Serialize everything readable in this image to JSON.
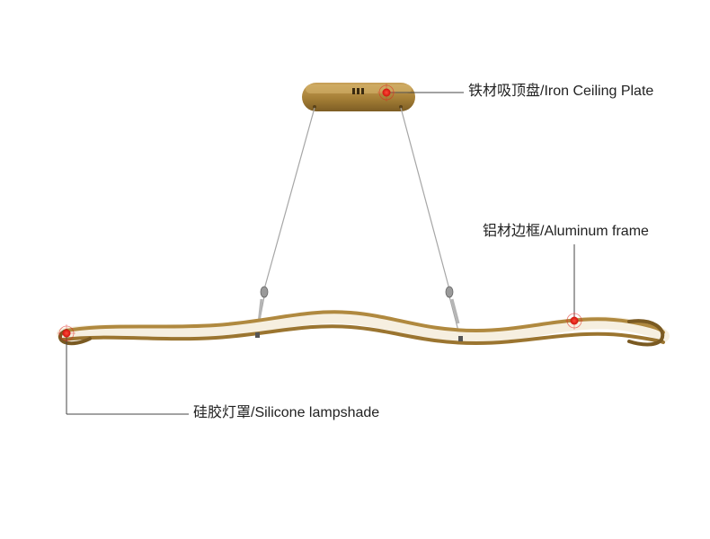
{
  "callouts": {
    "ceiling_plate": "铁材吸顶盘/Iron Ceiling Plate",
    "aluminum_frame": "铝材边框/Aluminum frame",
    "silicone_shade": "硅胶灯罩/Silicone lampshade"
  },
  "colors": {
    "frame_gold": "#b0893f",
    "frame_dark": "#7a5a22",
    "diffuser": "#f6efe0",
    "wire": "#a6a6a6",
    "marker_red": "#e0231c",
    "leader_line": "#444444",
    "text": "#222222"
  }
}
